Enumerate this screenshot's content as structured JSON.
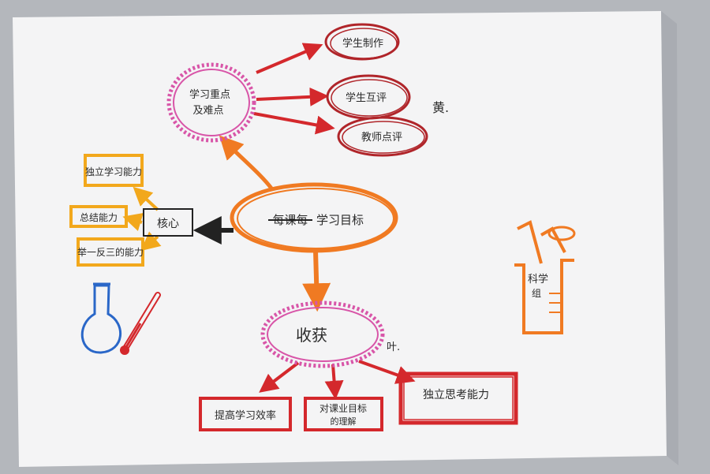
{
  "center": {
    "struck": "每课每",
    "main": "学习目标"
  },
  "top": {
    "line1": "学习重点",
    "line2": "及难点"
  },
  "top_children": [
    "学生制作",
    "学生互评",
    "教师点评"
  ],
  "top_note": "黄.",
  "core": "核心",
  "core_children": [
    "独立学习能力",
    "总结能力",
    "举一反三的能力"
  ],
  "harvest": "收获",
  "harvest_note": "叶.",
  "harvest_children": [
    {
      "lines": [
        "提高学习效率"
      ]
    },
    {
      "lines": [
        "对课业目标",
        "的理解"
      ]
    },
    {
      "lines": [
        "独立思考能力"
      ]
    }
  ],
  "beaker": {
    "line1": "科学",
    "line2": "组"
  },
  "colors": {
    "paper": "#f4f4f5",
    "orange": "#f07a22",
    "amber": "#f2a81c",
    "red": "#d4282c",
    "darkred": "#b0252a",
    "pink": "#d855a8",
    "blue": "#2a67c8",
    "ink": "#2a2a2a"
  }
}
